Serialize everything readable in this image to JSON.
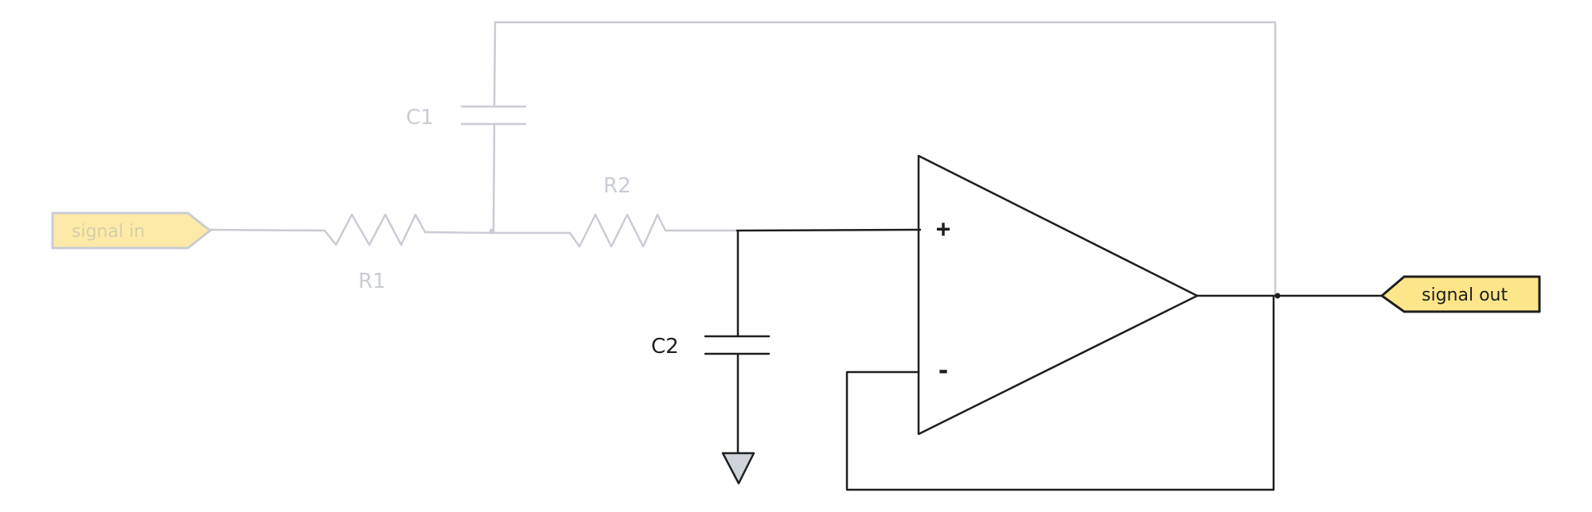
{
  "labels": {
    "signal_in": "signal in",
    "signal_out": "signal out",
    "r1": "R1",
    "r2": "R2",
    "c1": "C1",
    "c2": "C2",
    "opamp_plus": "+",
    "opamp_minus": "-"
  },
  "colors": {
    "faded_stroke": "#c9ccd4",
    "dark_stroke": "#1e1e1e",
    "tag_fill": "#fde68a",
    "tag_fill_faded": "#fdeaa8",
    "ground_fill": "#ced4da"
  }
}
